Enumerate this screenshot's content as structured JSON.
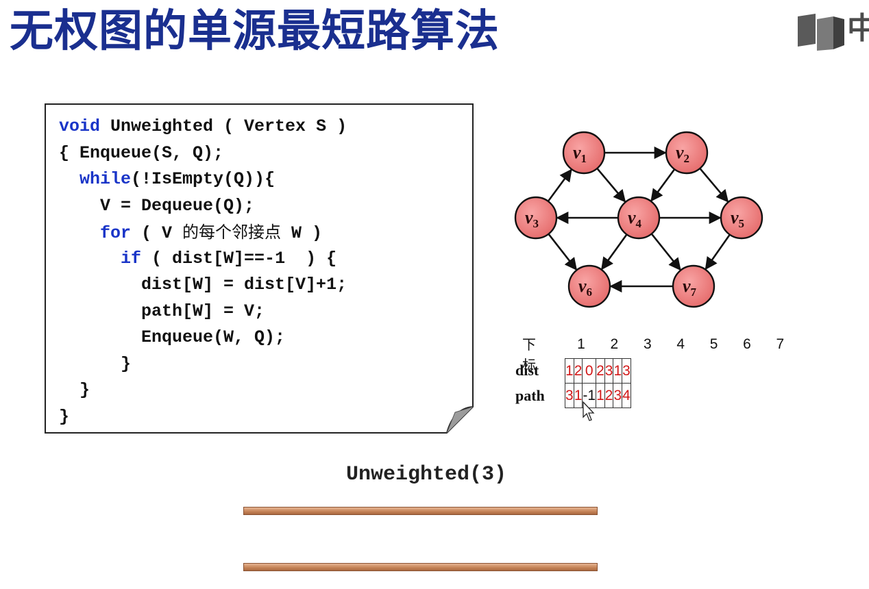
{
  "title": "无权图的单源最短路算法",
  "brand": {
    "logo_icon": "book-logo-icon",
    "text": "中"
  },
  "code": [
    [
      {
        "t": "void",
        "kw": true
      },
      {
        "t": " Unweighted ( Vertex S )"
      }
    ],
    [
      {
        "t": "{ Enqueue(S, Q);"
      }
    ],
    [
      {
        "t": "  "
      },
      {
        "t": "while",
        "kw": true
      },
      {
        "t": "(!IsEmpty(Q)){"
      }
    ],
    [
      {
        "t": "    V = Dequeue(Q);"
      }
    ],
    [
      {
        "t": "    "
      },
      {
        "t": "for",
        "kw": true
      },
      {
        "t": " ( V "
      },
      {
        "t": "的每个邻接点",
        "cjk": true
      },
      {
        "t": " W )"
      }
    ],
    [
      {
        "t": "      "
      },
      {
        "t": "if",
        "kw": true
      },
      {
        "t": " ( dist[W]==-1  ) {"
      }
    ],
    [
      {
        "t": "        dist[W] = dist[V]+1;"
      }
    ],
    [
      {
        "t": "        path[W] = V;"
      }
    ],
    [
      {
        "t": "        Enqueue(W, Q);"
      }
    ],
    [
      {
        "t": "      }"
      }
    ],
    [
      {
        "t": "  }"
      }
    ],
    [
      {
        "t": "}"
      }
    ]
  ],
  "graph": {
    "node_color": "#f08080",
    "edge_color": "#111111",
    "nodes": [
      {
        "id": "v1",
        "sub": "1"
      },
      {
        "id": "v2",
        "sub": "2"
      },
      {
        "id": "v3",
        "sub": "3"
      },
      {
        "id": "v4",
        "sub": "4"
      },
      {
        "id": "v5",
        "sub": "5"
      },
      {
        "id": "v6",
        "sub": "6"
      },
      {
        "id": "v7",
        "sub": "7"
      }
    ],
    "edges": [
      [
        "v1",
        "v2"
      ],
      [
        "v1",
        "v4"
      ],
      [
        "v2",
        "v4"
      ],
      [
        "v2",
        "v5"
      ],
      [
        "v3",
        "v1"
      ],
      [
        "v3",
        "v6"
      ],
      [
        "v4",
        "v3"
      ],
      [
        "v4",
        "v5"
      ],
      [
        "v4",
        "v6"
      ],
      [
        "v4",
        "v7"
      ],
      [
        "v5",
        "v7"
      ],
      [
        "v7",
        "v6"
      ]
    ]
  },
  "table": {
    "index_label": "下标",
    "indices": [
      "1",
      "2",
      "3",
      "4",
      "5",
      "6",
      "7"
    ],
    "dist_label": "dist",
    "dist": [
      "1",
      "2",
      "0",
      "2",
      "3",
      "1",
      "3"
    ],
    "path_label": "path",
    "path": [
      "3",
      "1",
      "-1",
      "1",
      "2",
      "3",
      "4"
    ],
    "red_color": "#d21919"
  },
  "bottom_title": "Unweighted(3)"
}
